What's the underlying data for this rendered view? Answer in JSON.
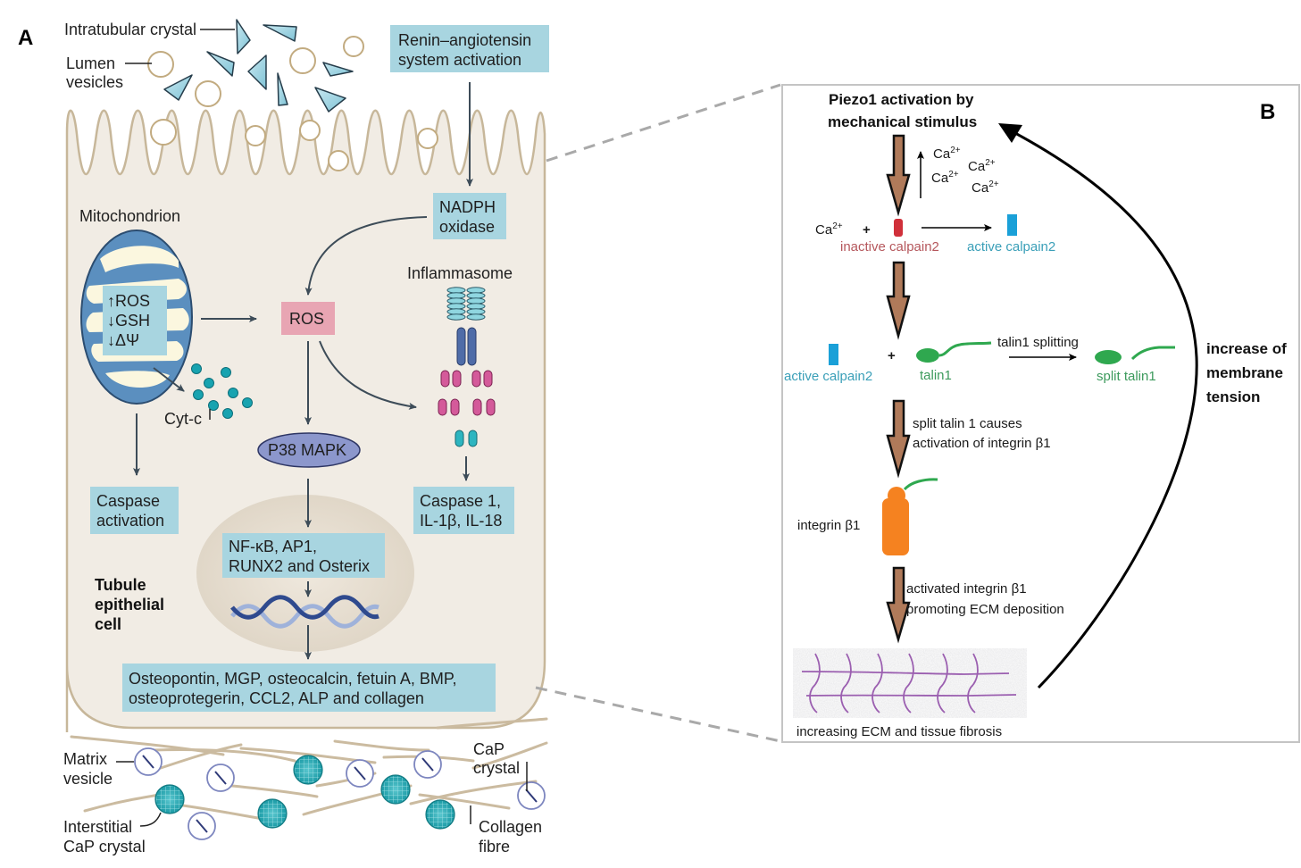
{
  "figure": {
    "panel_a": {
      "letter": "A",
      "labels": {
        "intratubular_crystal": "Intratubular crystal",
        "lumen_vesicles_1": "Lumen",
        "lumen_vesicles_2": "vesicles",
        "renin_1": "Renin–angiotensin",
        "renin_2": "system activation",
        "nadph_1": "NADPH",
        "nadph_2": "oxidase",
        "mitochondrion": "Mitochondrion",
        "mito_ros": "↑ROS",
        "mito_gsh": "↓GSH",
        "mito_dpsi": "↓ΔΨ",
        "ros": "ROS",
        "inflammasome": "Inflammasome",
        "cytc": "Cyt-c",
        "p38": "P38 MAPK",
        "caspase_act_1": "Caspase",
        "caspase_act_2": "activation",
        "caspase1_1": "Caspase 1,",
        "caspase1_2": "IL-1β, IL-18",
        "tf_1": "NF-κB, AP1,",
        "tf_2": "RUNX2 and Osterix",
        "cell_1": "Tubule",
        "cell_2": "epithelial",
        "cell_3": "cell",
        "products_1": "Osteopontin, MGP, osteocalcin, fetuin A, BMP,",
        "products_2": "osteoprotegerin, CCL2, ALP and collagen",
        "matrix_vesicle_1": "Matrix",
        "matrix_vesicle_2": "vesicle",
        "cap_crystal_1": "CaP",
        "cap_crystal_2": "crystal",
        "interstitial_1": "Interstitial",
        "interstitial_2": "CaP crystal",
        "collagen_1": "Collagen",
        "collagen_2": "fibre"
      }
    },
    "panel_b": {
      "letter": "B",
      "labels": {
        "piezo_1": "Piezo1 activation by",
        "piezo_2": "mechanical stimulus",
        "ca": "Ca",
        "ca_charge": "2+",
        "plus": "+",
        "inactive_calpain": "inactive calpain2",
        "active_calpain": "active calpain2",
        "talin1": "talin1",
        "talin_splitting": "talin1 splitting",
        "split_talin": "split talin1",
        "split_causes_1": "split talin 1 causes",
        "split_causes_2": "activation of integrin β1",
        "integrin": "integrin β1",
        "activated_1": "activated integrin β1",
        "activated_2": "promoting ECM deposition",
        "ecm": "increasing ECM and tissue fibrosis",
        "tension_1": "increase of",
        "tension_2": "membrane",
        "tension_3": "tension"
      }
    },
    "colors": {
      "label_box": "#a8d5e0",
      "ros_box": "#e8a5b3",
      "cell_fill": "#f1ece4",
      "cell_outline": "#c7b79a",
      "inactive_calpain": "#d0303a",
      "active_calpain": "#1aa0d8",
      "talin": "#2fa84f",
      "integrin": "#f58220",
      "brown_arrow": "#b07a5a",
      "ecm_fiber": "#9b5fb0"
    }
  }
}
